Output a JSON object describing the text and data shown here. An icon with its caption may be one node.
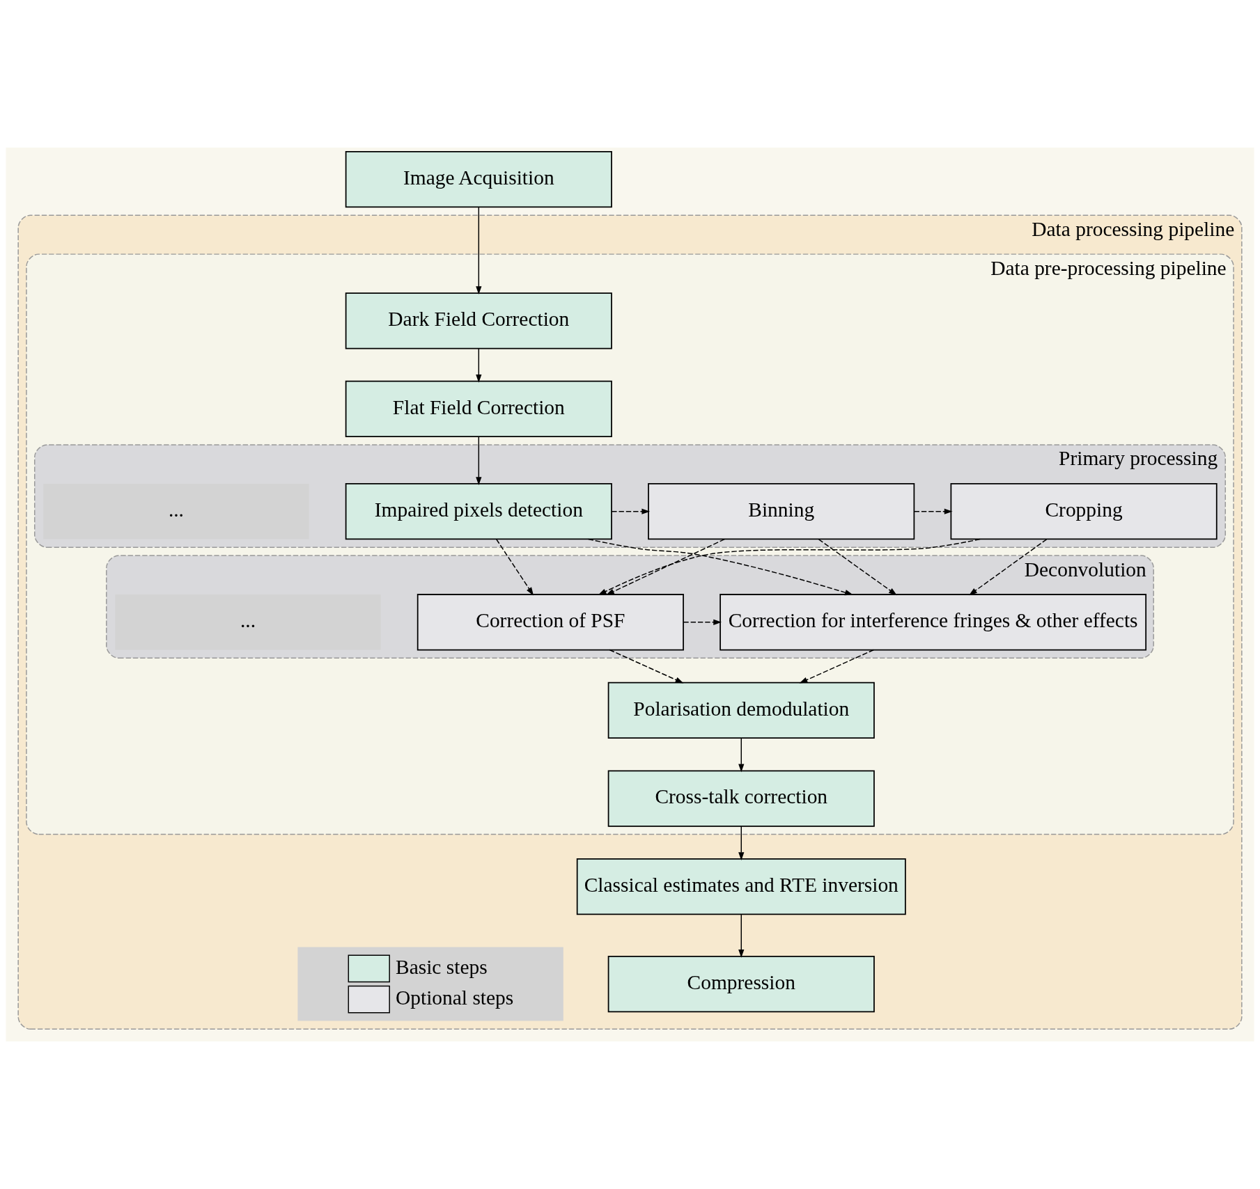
{
  "diagram": {
    "nodes": [
      {
        "text": [
          "Image Acquisition"
        ]
      },
      {
        "text": [
          "Data processing pipeline"
        ]
      },
      {
        "text": [
          "Data pre-processing pipeline"
        ],
        "in": 1
      },
      {
        "text": [
          "Dark Field Correction"
        ],
        "in": 2
      },
      {
        "text": [
          "Flat Field Correction"
        ],
        "in": 2
      },
      {
        "text": [
          "Primary processing"
        ],
        "in": 2
      },
      {
        "text": [
          "Impaired pixels detection"
        ],
        "in": 5
      },
      {
        "text": [
          "Binning"
        ],
        "in": 5
      },
      {
        "text": [
          "Cropping"
        ],
        "in": 5
      },
      {
        "text": [
          "Deconvolution"
        ],
        "in": 2
      },
      {
        "text": [
          "Correction of PSF"
        ],
        "in": 9
      },
      {
        "text": [
          "Correction for interference fringes & other effects"
        ],
        "in": 9
      },
      {
        "text": [
          "Polarisation demodulation"
        ],
        "in": 2
      },
      {
        "text": [
          "Cross-talk correction"
        ],
        "in": 2
      },
      {
        "text": [
          "Classical estimates and RTE inversion"
        ],
        "in": 1
      },
      {
        "text": [
          "Compression"
        ],
        "in": 1
      }
    ],
    "edges": [
      {
        "from": 0,
        "to": 3,
        "arrow": "to"
      },
      {
        "from": 3,
        "to": 4,
        "arrow": "to"
      },
      {
        "from": 4,
        "to": 6,
        "arrow": "to"
      },
      {
        "from": 6,
        "to": 7,
        "arrow": "to",
        "style": "dashed"
      },
      {
        "from": 7,
        "to": 8,
        "arrow": "to",
        "style": "dashed"
      },
      {
        "from": 6,
        "to": 10,
        "arrow": "to",
        "style": "dashed"
      },
      {
        "from": 6,
        "to": 11,
        "arrow": "to",
        "style": "dashed"
      },
      {
        "from": 7,
        "to": 10,
        "arrow": "to",
        "style": "dashed"
      },
      {
        "from": 7,
        "to": 11,
        "arrow": "to",
        "style": "dashed"
      },
      {
        "from": 8,
        "to": 10,
        "arrow": "to",
        "style": "dashed"
      },
      {
        "from": 8,
        "to": 11,
        "arrow": "to",
        "style": "dashed"
      },
      {
        "from": 10,
        "to": 11,
        "arrow": "to",
        "style": "dashed"
      },
      {
        "from": 10,
        "to": 12,
        "arrow": "to",
        "style": "dashed"
      },
      {
        "from": 11,
        "to": 12,
        "arrow": "to",
        "style": "dashed"
      },
      {
        "from": 12,
        "to": 13,
        "arrow": "to"
      },
      {
        "from": 13,
        "to": 14,
        "arrow": "to"
      },
      {
        "from": 14,
        "to": 15,
        "arrow": "to"
      }
    ],
    "labels": [
      "...",
      "..."
    ],
    "legend": [
      {
        "text": "Basic steps",
        "color": "#d5ede3"
      },
      {
        "text": "Optional steps",
        "color": "#e6e6e9"
      }
    ]
  }
}
